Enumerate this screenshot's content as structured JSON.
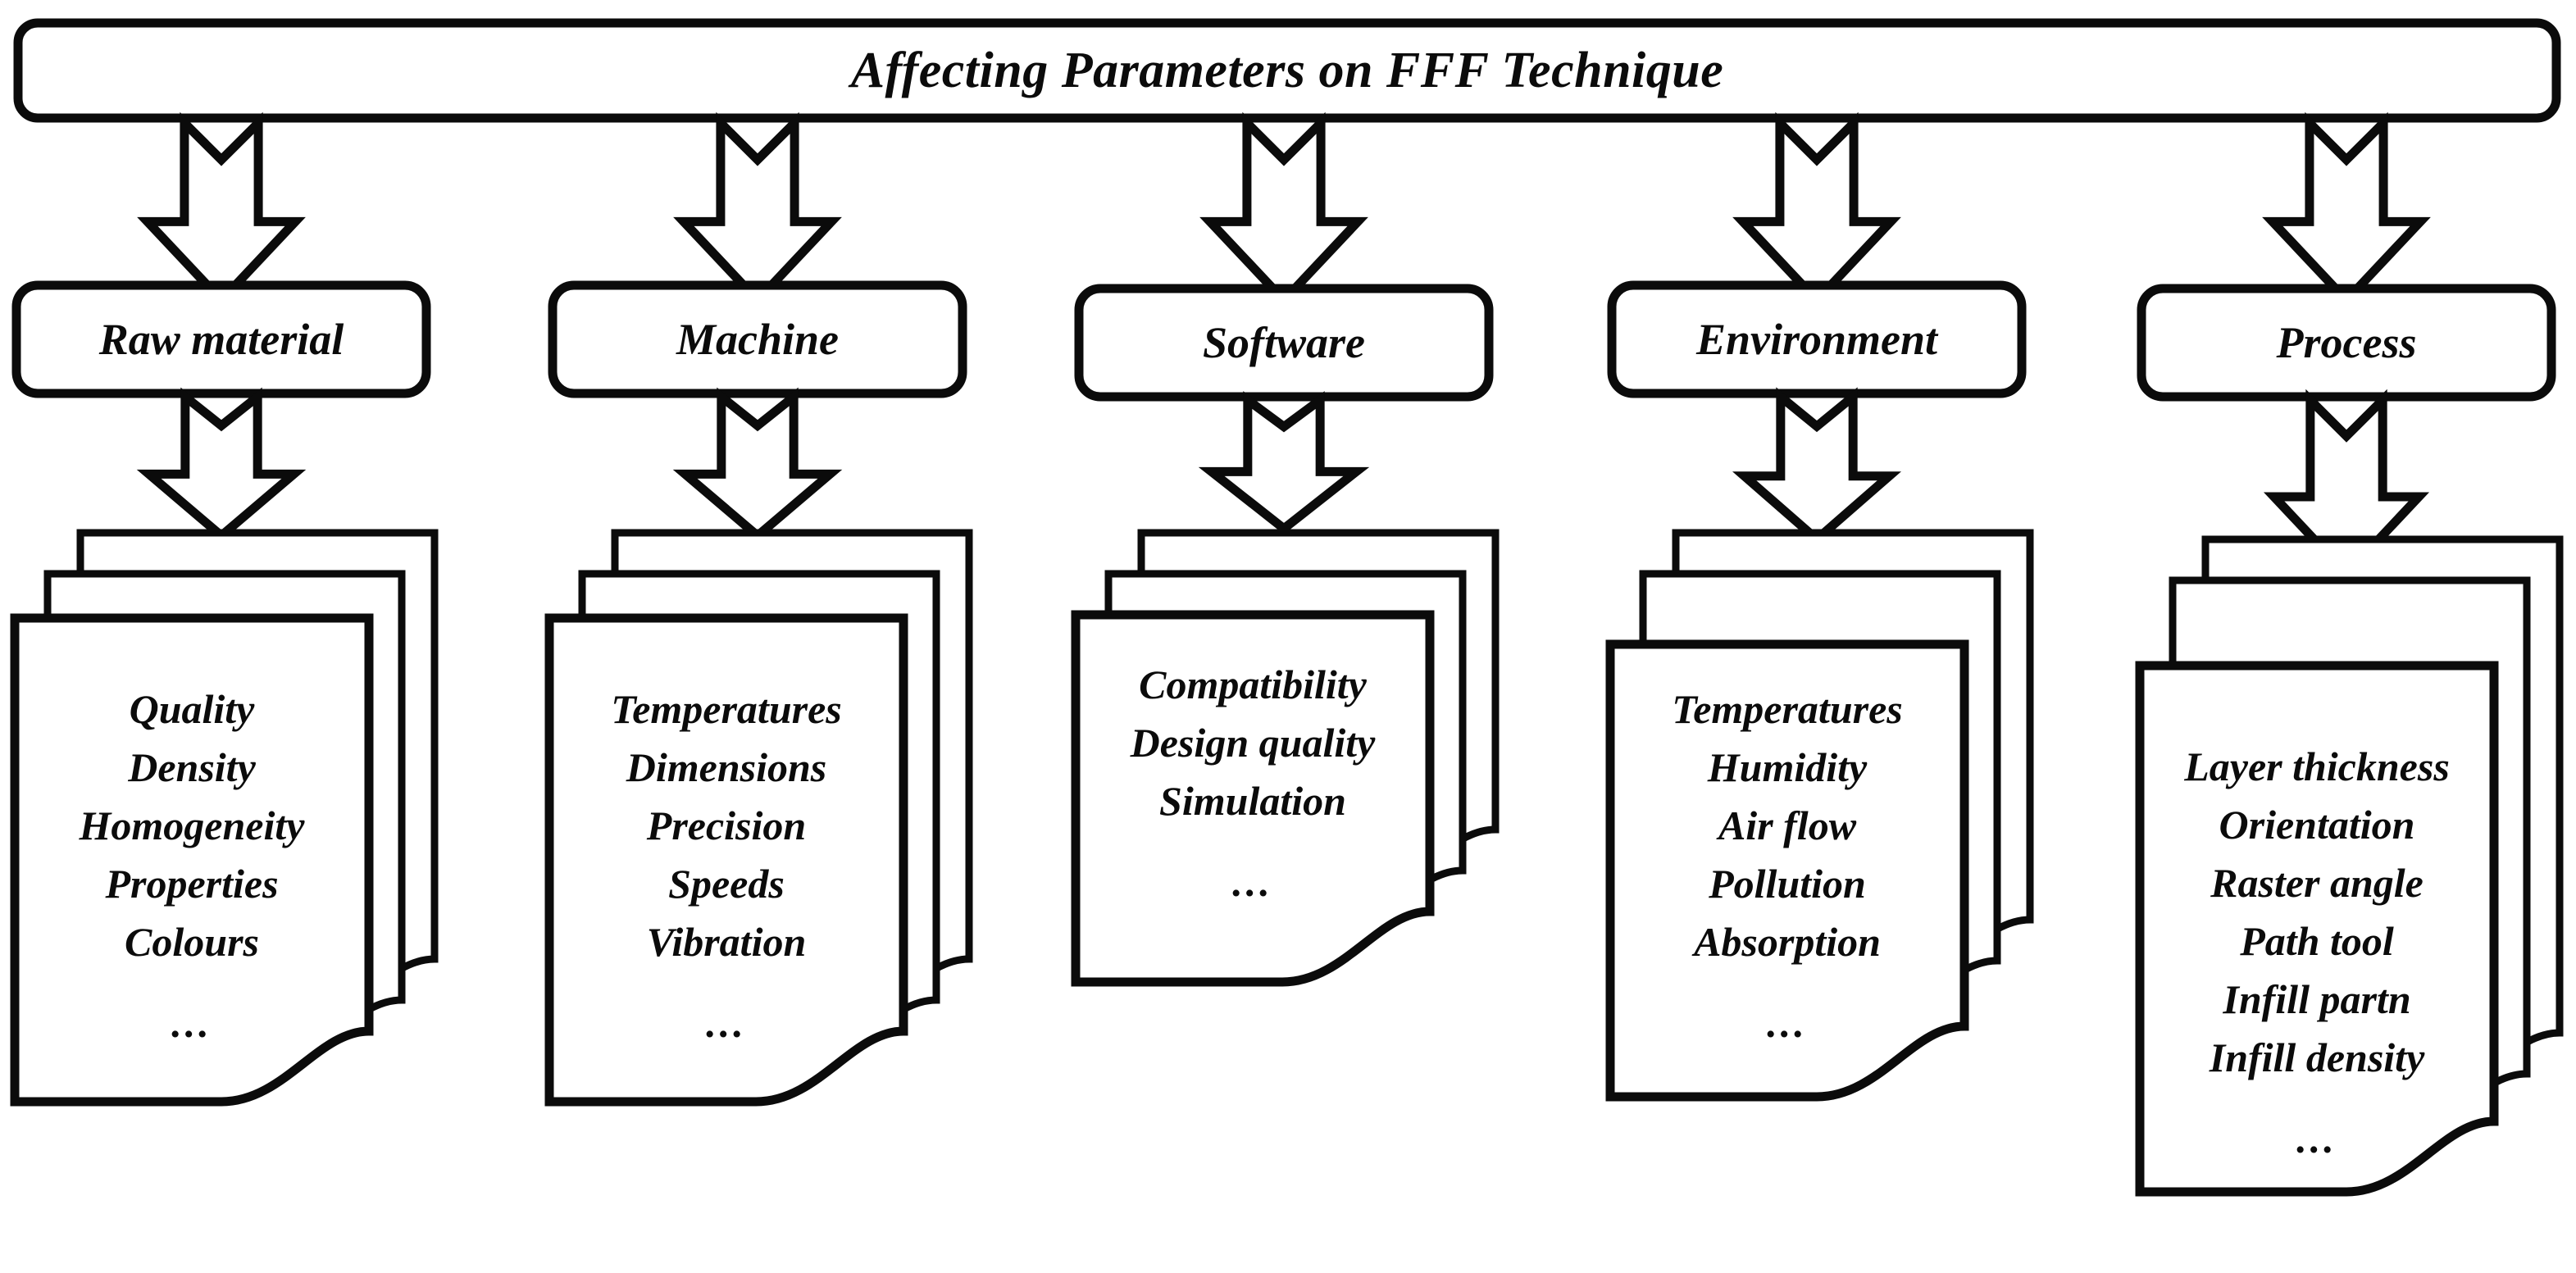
{
  "diagram": {
    "title": "Affecting Parameters on FFF Technique",
    "ellipsis": "...",
    "ink_color": "#0b0b0b",
    "background_color": "#ffffff",
    "columns": [
      {
        "key": "raw-material",
        "category": "Raw material",
        "items": [
          "Quality",
          "Density",
          "Homogeneity",
          "Properties",
          "Colours"
        ],
        "trailing_ellipsis": "..."
      },
      {
        "key": "machine",
        "category": "Machine",
        "items": [
          "Temperatures",
          "Dimensions",
          "Precision",
          "Speeds",
          "Vibration"
        ],
        "trailing_ellipsis": "..."
      },
      {
        "key": "software",
        "category": "Software",
        "items": [
          "Compatibility",
          "Design quality",
          "Simulation"
        ],
        "trailing_ellipsis": "..."
      },
      {
        "key": "environment",
        "category": "Environment",
        "items": [
          "Temperatures",
          "Humidity",
          "Air flow",
          "Pollution",
          "Absorption"
        ],
        "trailing_ellipsis": "..."
      },
      {
        "key": "process",
        "category": "Process",
        "items": [
          "Layer thickness",
          "Orientation",
          "Raster angle",
          "Path tool",
          "Infill partn",
          "Infill density"
        ],
        "trailing_ellipsis": "..."
      }
    ]
  }
}
